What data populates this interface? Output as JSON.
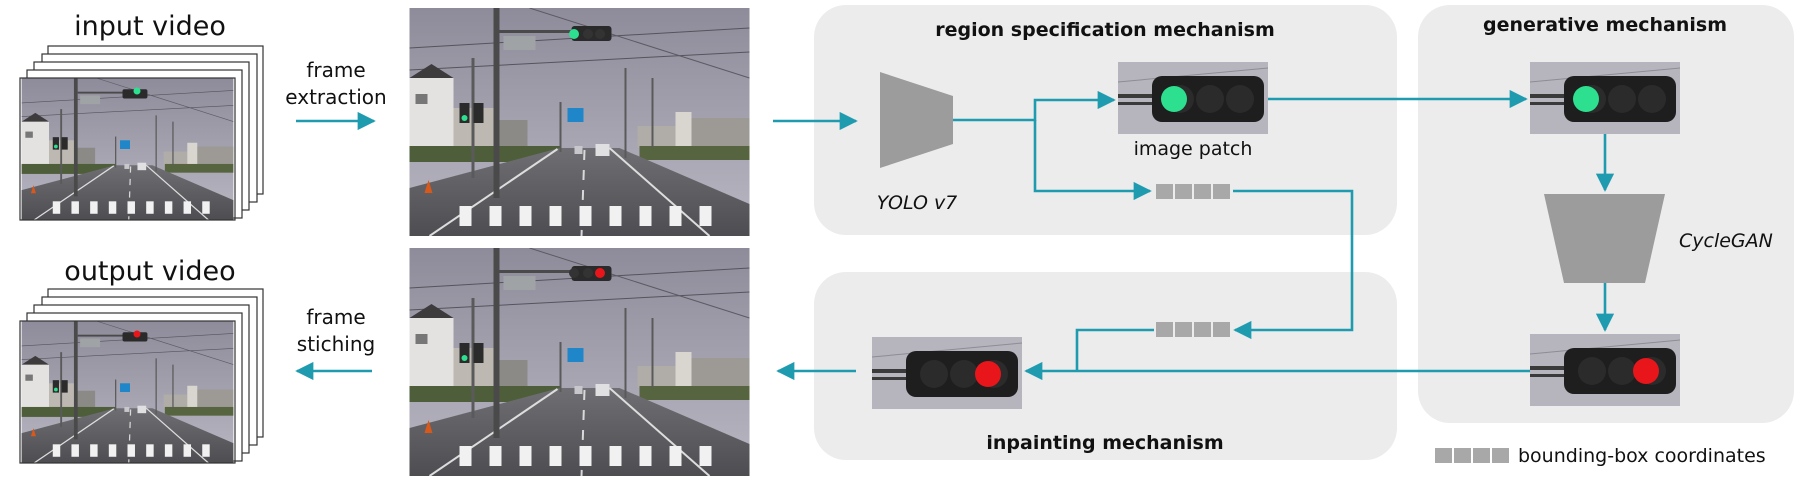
{
  "labels": {
    "input_video": "input video",
    "output_video": "output video",
    "frame_extraction_1": "frame",
    "frame_extraction_2": "extraction",
    "frame_stiching_1": "frame",
    "frame_stiching_2": "stiching",
    "region_spec": "region specification mechanism",
    "generative": "generative mechanism",
    "inpainting": "inpainting mechanism",
    "yolo": "YOLO v7",
    "image_patch": "image patch",
    "cyclegan": "CycleGAN",
    "bbox_legend": "bounding-box coordinates"
  },
  "colors": {
    "arrow": "#1f9bb0",
    "panel": "#ececec",
    "block": "#9c9c9c",
    "signal_green": "#2de08f",
    "signal_red": "#e8161a"
  }
}
